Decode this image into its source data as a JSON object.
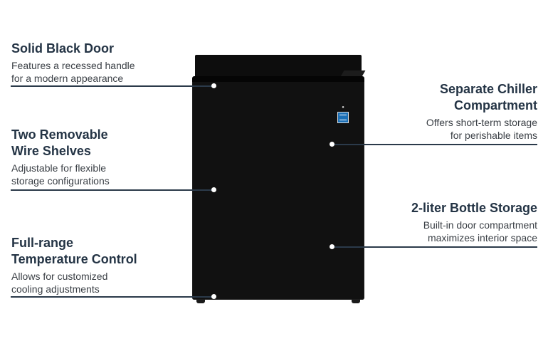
{
  "callouts": {
    "door": {
      "title": "Solid Black Door",
      "desc_line1": "Features a recessed handle",
      "desc_line2": "for a modern appearance"
    },
    "shelves": {
      "title_line1": "Two Removable",
      "title_line2": "Wire Shelves",
      "desc_line1": "Adjustable for flexible",
      "desc_line2": "storage configurations"
    },
    "temperature": {
      "title_line1": "Full-range",
      "title_line2": "Temperature Control",
      "desc_line1": "Allows for customized",
      "desc_line2": "cooling adjustments"
    },
    "chiller": {
      "title_line1": "Separate Chiller",
      "title_line2": "Compartment",
      "desc_line1": "Offers short-term storage",
      "desc_line2": "for perishable items"
    },
    "bottle": {
      "title": "2-liter Bottle Storage",
      "desc_line1": "Built-in door compartment",
      "desc_line2": "maximizes interior space"
    }
  },
  "product": {
    "name": "black mini refrigerator",
    "color": "#111111",
    "badge_icon": "energy-star-icon"
  },
  "colors": {
    "title": "#243445",
    "text": "#3a3f45",
    "leader_line": "#2b3a4a",
    "background": "#ffffff"
  }
}
